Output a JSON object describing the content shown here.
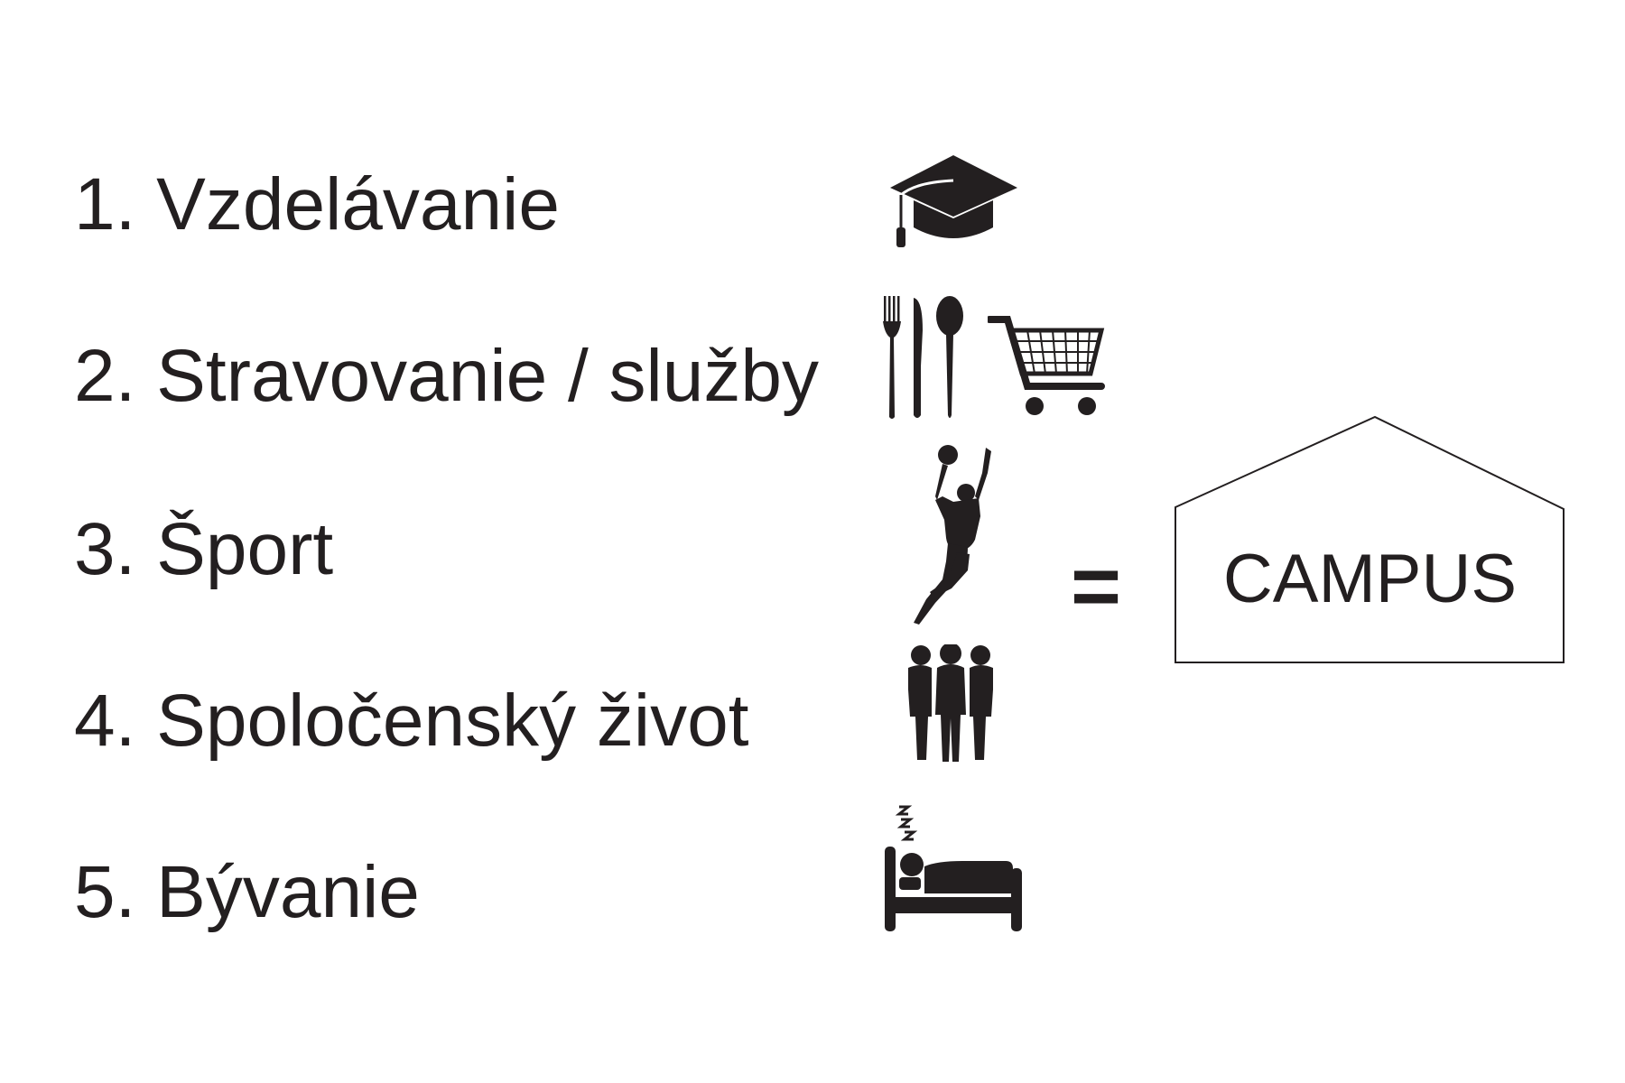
{
  "items": [
    {
      "label": "1. Vzdelávanie",
      "icons": [
        "graduation-cap-icon"
      ]
    },
    {
      "label": "2. Stravovanie / služby",
      "icons": [
        "cutlery-icon",
        "shopping-cart-icon"
      ]
    },
    {
      "label": "3. Šport",
      "icons": [
        "basketball-player-icon"
      ]
    },
    {
      "label": "4. Spoločenský život",
      "icons": [
        "people-group-icon"
      ]
    },
    {
      "label": "5. Bývanie",
      "icons": [
        "sleeping-bed-icon"
      ]
    }
  ],
  "equals_sign": "=",
  "result": {
    "label": "CAMPUS",
    "icon": "house-outline-icon"
  },
  "colors": {
    "ink": "#231f20",
    "background": "#ffffff"
  }
}
